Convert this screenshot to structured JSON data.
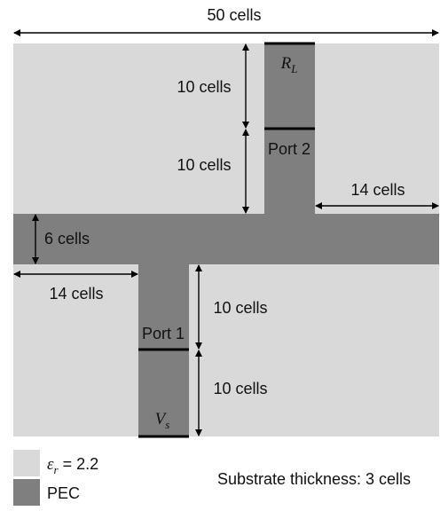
{
  "dimensions": {
    "total_width": "50 cells",
    "top_stub_upper": "10 cells",
    "top_stub_lower": "10 cells",
    "right_arm": "14 cells",
    "horizontal_strip": "6 cells",
    "left_arm": "14 cells",
    "bottom_stub_upper": "10 cells",
    "bottom_stub_lower": "10 cells"
  },
  "ports": {
    "port1": "Port 1",
    "port2": "Port 2"
  },
  "load": {
    "symbol": "R",
    "subscript": "L"
  },
  "source": {
    "symbol": "V",
    "subscript": "s"
  },
  "legend": {
    "substrate_symbol": "ε",
    "substrate_subscript": "r",
    "substrate_value": " = 2.2",
    "pec_label": "PEC"
  },
  "substrate_note": "Substrate thickness: 3 cells",
  "colors": {
    "substrate": "#d9d9d9",
    "pec": "#7f7f7f",
    "line": "#000000"
  }
}
